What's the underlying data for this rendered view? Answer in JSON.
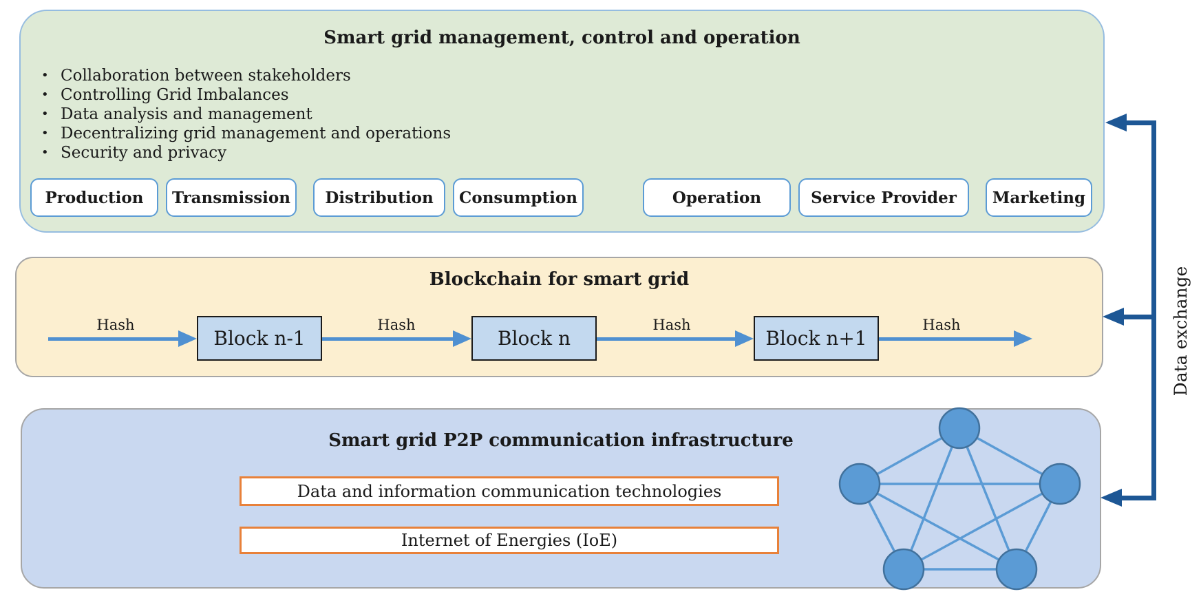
{
  "management": {
    "title": "Smart grid management, control and operation",
    "bullets": [
      "Collaboration between stakeholders",
      "Controlling Grid Imbalances",
      "Data analysis and management",
      "Decentralizing grid management and operations",
      "Security and privacy"
    ],
    "domains": [
      "Production",
      "Transmission",
      "Distribution",
      "Consumption",
      "Operation",
      "Service Provider",
      "Marketing"
    ]
  },
  "blockchain": {
    "title": "Blockchain for smart grid",
    "blocks": [
      "Block n-1",
      "Block n",
      "Block n+1"
    ],
    "hash_label": "Hash"
  },
  "p2p": {
    "title": "Smart grid P2P communication infrastructure",
    "layers": [
      "Data and information communication technologies",
      "Internet of Energies (IoE)"
    ]
  },
  "connector": {
    "label": "Data exchange"
  },
  "colors": {
    "management_fill": "#DEEAD6",
    "management_border": "#95BCE0",
    "blockchain_fill": "#FCEFD0",
    "p2p_fill": "#C9D8F0",
    "gray_border": "#A6A6A6",
    "accent_blue": "#5B9BD5",
    "block_fill": "#C3D9EF",
    "arrow_blue": "#4F90D1",
    "connector_blue": "#1D5795",
    "orange_border": "#E8813A"
  }
}
